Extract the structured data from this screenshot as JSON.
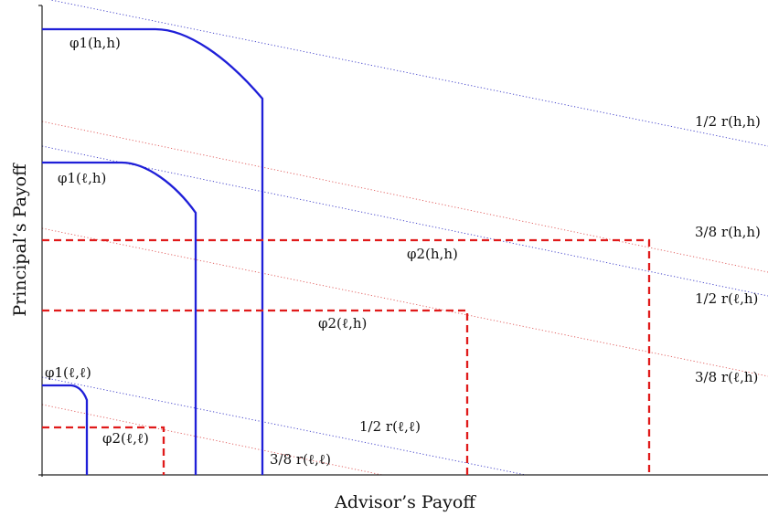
{
  "axes": {
    "xlabel": "Advisor’s Payoff",
    "ylabel": "Principal’s Payoff"
  },
  "colors": {
    "phi1": "#1f1fd8",
    "phi2": "#e01a1a",
    "dot_blue": "#3838c8",
    "dot_red": "#e05858",
    "axis": "#222222"
  },
  "labels": {
    "phi1_hh": "φ1(h,h)",
    "phi1_lh": "φ1(ℓ,h)",
    "phi1_ll": "φ1(ℓ,ℓ)",
    "phi2_hh": "φ2(h,h)",
    "phi2_lh": "φ2(ℓ,h)",
    "phi2_ll": "φ2(ℓ,ℓ)",
    "r_half_hh": "1/2 r(h,h)",
    "r_38_hh": "3/8 r(h,h)",
    "r_half_lh": "1/2 r(ℓ,h)",
    "r_38_lh": "3/8 r(ℓ,h)",
    "r_half_ll": "1/2 r(ℓ,ℓ)",
    "r_38_ll": "3/8 r(ℓ,ℓ)"
  }
}
